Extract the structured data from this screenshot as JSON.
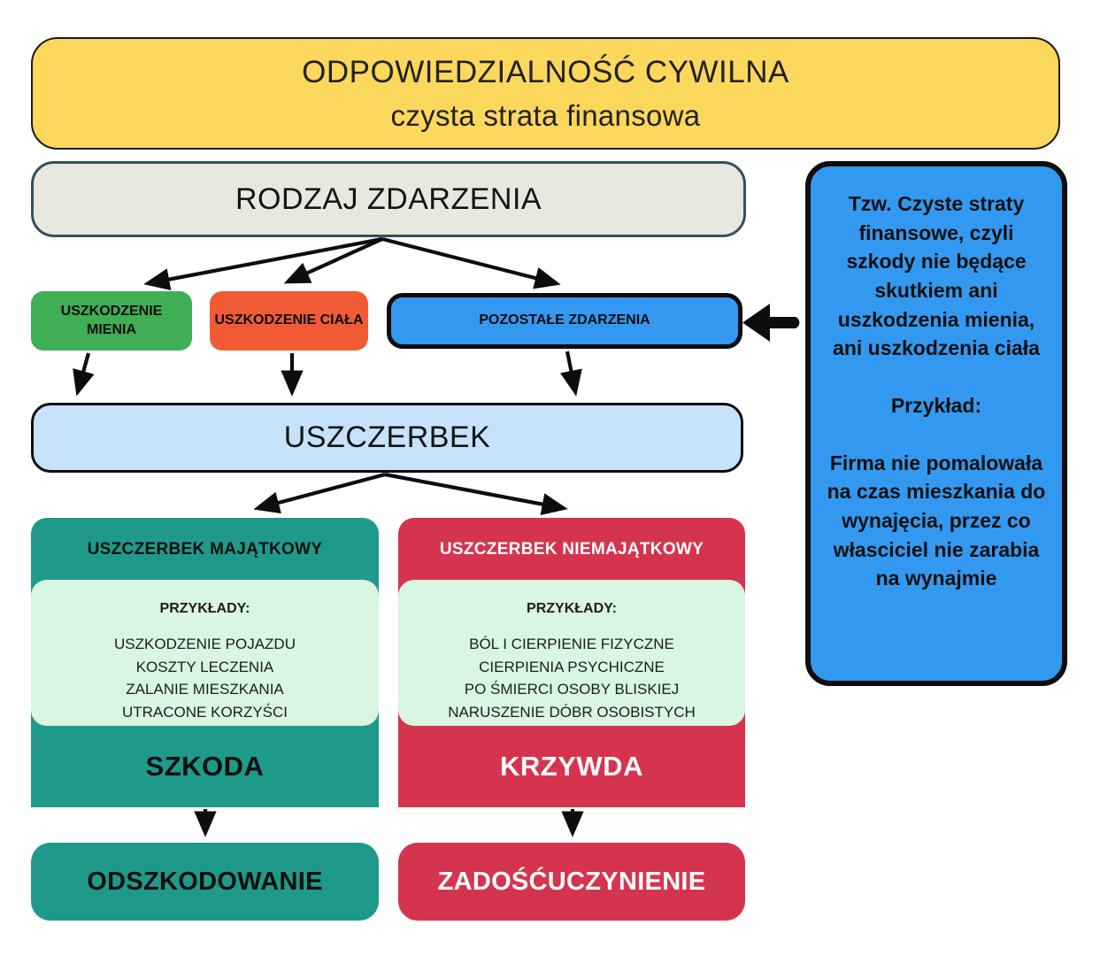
{
  "title": {
    "line1": "ODPOWIEDZIALNOŚĆ CYWILNA",
    "line2": "czysta strata finansowa"
  },
  "flow": {
    "rodzaj_zdarzenia": "RODZAJ ZDARZENIA",
    "uszkodzenie_mienia": "USZKODZENIE MIENIA",
    "uszkodzenie_ciala": "USZKODZENIE CIAŁA",
    "pozostale_zdarzenia": "POZOSTAŁE ZDARZENIA",
    "uszczerbek": "USZCZERBEK"
  },
  "note": {
    "definition": "Tzw. Czyste straty finansowe, czyli szkody nie będące skutkiem ani uszkodzenia mienia, ani uszkodzenia ciała",
    "example_label": "Przykład:",
    "example_text": "Firma nie pomalowała na czas mieszkania do wynajęcia, przez co własciciel nie zarabia na wynajmie"
  },
  "left_column": {
    "header": "USZCZERBEK MAJĄTKOWY",
    "examples_label": "PRZYKŁADY:",
    "examples": [
      "USZKODZENIE POJAZDU",
      "KOSZTY LECZENIA",
      "ZALANIE MIESZKANIA",
      "UTRACONE KORZYŚCI"
    ],
    "result": "SZKODA",
    "outcome": "ODSZKODOWANIE"
  },
  "right_column": {
    "header": "USZCZERBEK NIEMAJĄTKOWY",
    "examples_label": "PRZYKŁADY:",
    "examples": [
      "BÓL I CIERPIENIE FIZYCZNE",
      "CIERPIENIA PSYCHICZNE",
      "PO ŚMIERCI OSOBY BLISKIEJ",
      "NARUSZENIE DÓBR OSOBISTYCH"
    ],
    "result": "KRZYWDA",
    "outcome": "ZADOŚĆUCZYNIENIE"
  },
  "colors": {
    "yellow": "#FBD75C",
    "beige": "#E9E8DE",
    "slate": "#33505F",
    "green": "#3FAE55",
    "orange": "#F05B35",
    "blue": "#3399F0",
    "lightblue": "#C6E2FA",
    "teal": "#1F9A8A",
    "red": "#D5344F",
    "mint": "#D8F6E0",
    "arrow": "#0d0d0d"
  }
}
